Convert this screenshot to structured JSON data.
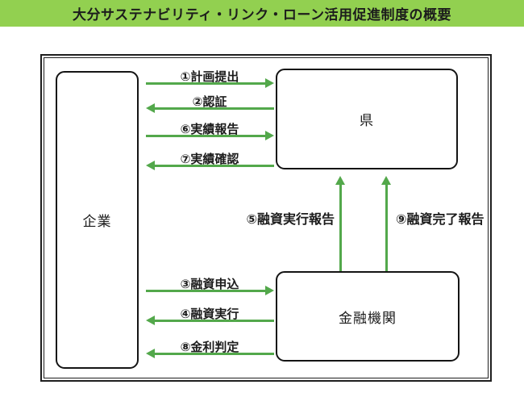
{
  "header": {
    "title": "大分サステナビリティ・リンク・ローン活用促進制度の概要"
  },
  "nodes": {
    "company": "企業",
    "prefecture": "県",
    "financial_institution": "金融機関"
  },
  "flows": {
    "plan_submission": {
      "label": "①計画提出",
      "from": "企業",
      "to": "県",
      "direction": "right"
    },
    "certification": {
      "label": "②認証",
      "from": "県",
      "to": "企業",
      "direction": "left"
    },
    "performance_report": {
      "label": "⑥実績報告",
      "from": "企業",
      "to": "県",
      "direction": "right"
    },
    "performance_confirmation": {
      "label": "⑦実績確認",
      "from": "県",
      "to": "企業",
      "direction": "left"
    },
    "loan_application": {
      "label": "③融資申込",
      "from": "企業",
      "to": "金融機関",
      "direction": "right"
    },
    "loan_execution": {
      "label": "④融資実行",
      "from": "金融機関",
      "to": "企業",
      "direction": "left"
    },
    "interest_rate_determination": {
      "label": "⑧金利判定",
      "from": "金融機関",
      "to": "企業",
      "direction": "left"
    },
    "loan_execution_report": {
      "label": "⑤融資実行報告",
      "from": "金融機関",
      "to": "県",
      "direction": "up"
    },
    "loan_completion_report": {
      "label": "⑨融資完了報告",
      "from": "金融機関",
      "to": "県",
      "direction": "up"
    }
  },
  "colors": {
    "header_bg": "#92d050",
    "arrow_green": "#53a84b",
    "box_border": "#141414",
    "text": "#1c1c1c",
    "background": "#ffffff"
  }
}
